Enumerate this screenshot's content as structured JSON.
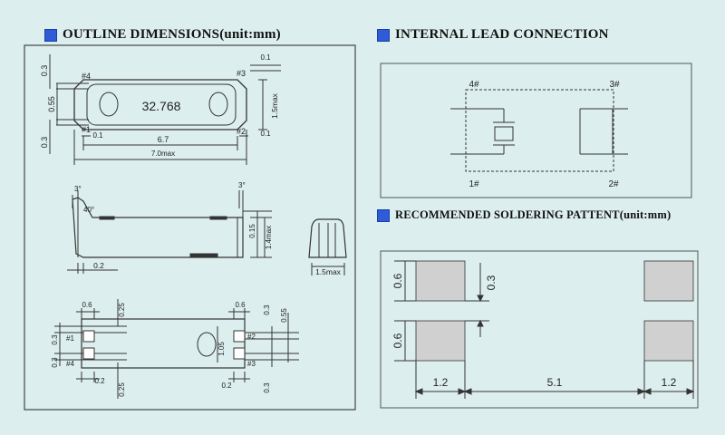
{
  "headings": {
    "outline": "OUTLINE DIMENSIONS(unit:mm)",
    "internal": "INTERNAL LEAD CONNECTION",
    "soldering": "RECOMMENDED SOLDERING PATTENT(unit:mm)"
  },
  "colors": {
    "background": "#dcefee",
    "heading_square": "#2f5bd6",
    "pad": "#d0d0d0",
    "line": "#333333"
  },
  "outline": {
    "top_view": {
      "marking": "32.768",
      "pin4": "#4",
      "pin3": "#3",
      "pin1": "#1",
      "pin2": "#2",
      "dim_03_top": "0.3",
      "dim_055": "0.55",
      "dim_03_bottom": "0.3",
      "dim_01_tr": "0.1",
      "dim_01_bl": "0.1",
      "dim_01_br": "0.1",
      "dim_15max": "1.5max",
      "dim_67": "6.7",
      "dim_70max": "7.0max"
    },
    "side_view": {
      "angle_left": "3°",
      "angle_right": "3°",
      "angle_inner": "40°",
      "dim_015": "0.15",
      "dim_14max": "1.4max",
      "dim_02": "0.2"
    },
    "end_view": {
      "dim_15max": "1.5max"
    },
    "bottom_view": {
      "pin4": "#4",
      "pin3": "#3",
      "pin1": "#1",
      "pin2": "#2",
      "dim_06_left": "0.6",
      "dim_025_top": "0.25",
      "dim_03_l1": "0.3",
      "dim_03_l2": "0.3",
      "dim_02_left": "0.2",
      "dim_025_bottom": "0.25",
      "dim_105": "1.05",
      "dim_06_right": "0.6",
      "dim_03_r1": "0.3",
      "dim_055": "0.55",
      "dim_02_right": "0.2",
      "dim_03_r2": "0.3"
    }
  },
  "internal": {
    "pin4": "4#",
    "pin3": "3#",
    "pin1": "1#",
    "pin2": "2#"
  },
  "soldering": {
    "dim_06_top": "0.6",
    "dim_03": "0.3",
    "dim_06_bottom": "0.6",
    "dim_12_left": "1.2",
    "dim_51": "5.1",
    "dim_12_right": "1.2"
  }
}
